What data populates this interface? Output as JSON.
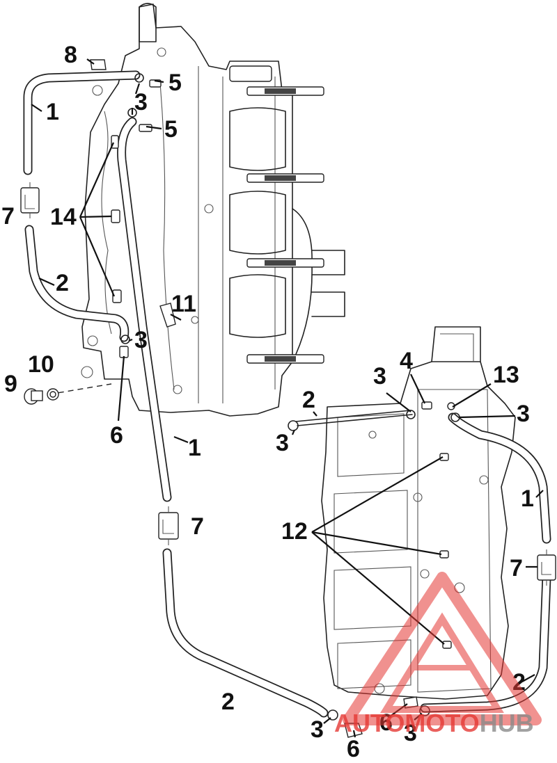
{
  "callouts": {
    "c1_top_left": "1",
    "c1_middle": "1",
    "c1_right": "1",
    "c2_left": "2",
    "c2_bottom": "2",
    "c2_right_tube": "2",
    "c2_right_lower": "2",
    "c3_top": "3",
    "c3_left_mid": "3",
    "c3_right_a": "3",
    "c3_right_b": "3",
    "c3_right_c": "3",
    "c3_bottom_a": "3",
    "c3_bottom_b": "3",
    "c4": "4",
    "c5_a": "5",
    "c5_b": "5",
    "c6_left": "6",
    "c6_bottom_a": "6",
    "c6_bottom_b": "6",
    "c7_left": "7",
    "c7_middle": "7",
    "c7_right": "7",
    "c8": "8",
    "c9": "9",
    "c10": "10",
    "c11": "11",
    "c12": "12",
    "c13": "13",
    "c14": "14"
  },
  "watermark": {
    "part_a": "AUTO",
    "part_b": "MOTO",
    "part_c": "HUB",
    "color_red": "#e53935",
    "color_gray": "#8a8a8a"
  }
}
